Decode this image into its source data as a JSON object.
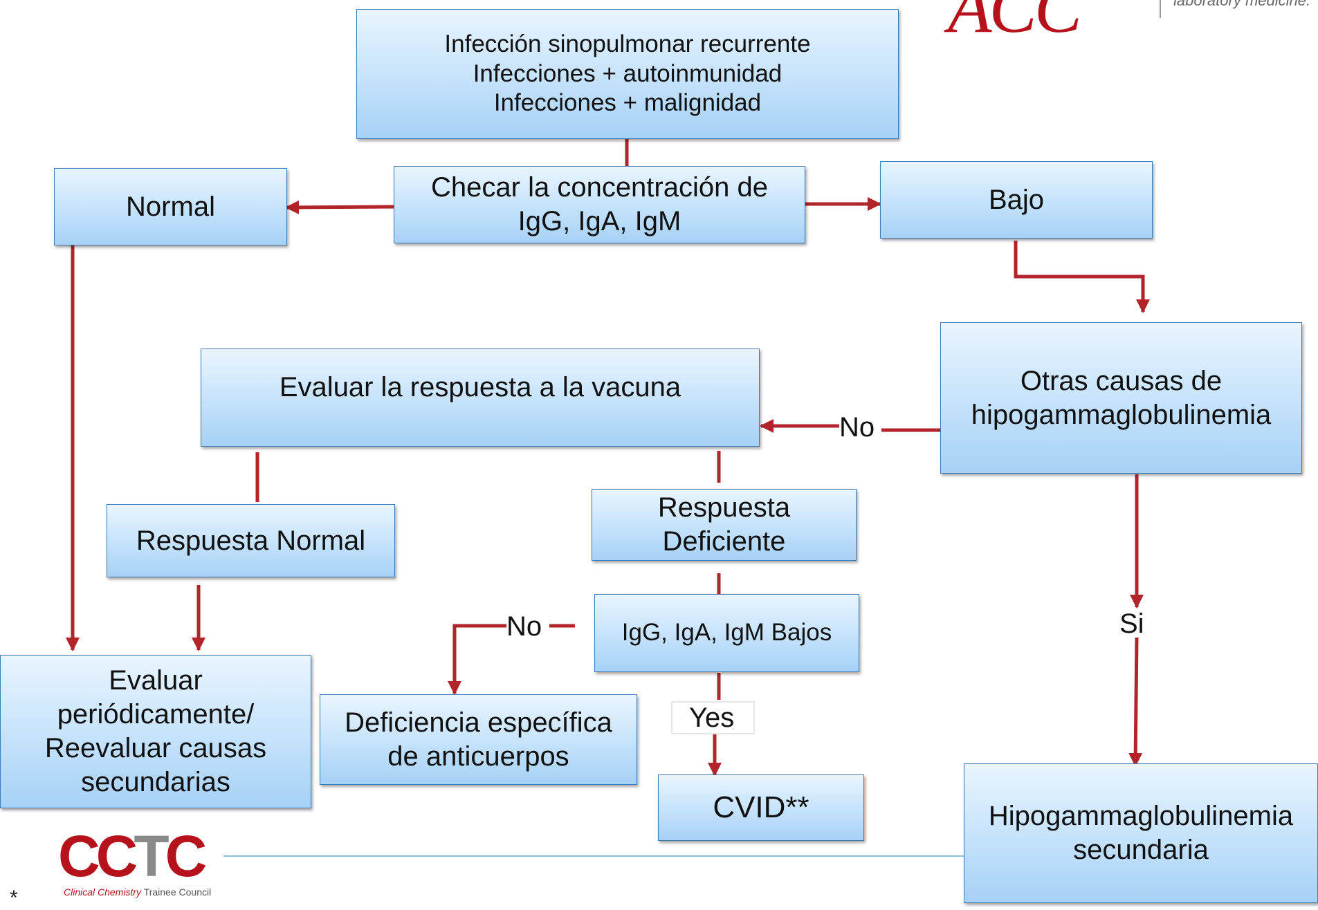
{
  "colors": {
    "arrow": "#b2232a",
    "box_border": "#3e7bb5",
    "brand_red": "#b5121b",
    "brand_gray": "#8a8a8a"
  },
  "brand": {
    "top_right_wordmark": "ACC",
    "top_right_tagline": "laboratory medicine."
  },
  "logo": {
    "main_c1": "C",
    "main_c2": "C",
    "main_t": "T",
    "main_c3": "C",
    "subtitle_red": "Clinical Chemistry",
    "subtitle_gray": " Trainee Council"
  },
  "footnote_mark": "*",
  "diagram": {
    "nodes": {
      "presentacion": "Infección sinopulmonar recurrente\nInfecciones + autoinmunidad\nInfecciones + malignidad",
      "checar": "Checar la concentración de\nIgG, IgA, IgM",
      "normal": "Normal",
      "bajo": "Bajo",
      "otras_causas": "Otras causas de\nhipogammaglobulinemia",
      "evaluar_vacuna": "Evaluar la respuesta a la vacuna",
      "respuesta_normal": "Respuesta Normal",
      "respuesta_deficiente": "Respuesta\nDeficiente",
      "igs_bajos": "IgG, IgA, IgM Bajos",
      "evaluar_periodicamente": "Evaluar\nperiódicamente/\nReevaluar causas\nsecundarias",
      "deficiencia_especifica": "Deficiencia específica\nde anticuerpos",
      "cvid": "CVID**",
      "hipogamma_secundaria": "Hipogammaglobulinemia\nsecundaria"
    },
    "edge_labels": {
      "otras_no": "No",
      "igs_no": "No",
      "igs_yes": "Yes",
      "otras_si": "Si"
    }
  }
}
